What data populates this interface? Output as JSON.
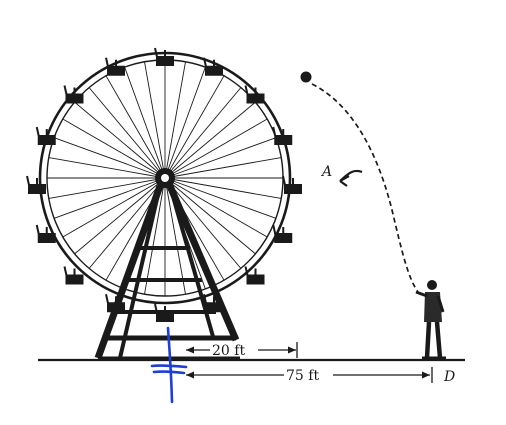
{
  "labels": {
    "point_a": "A",
    "point_d": "D",
    "dist_20": "20 ft",
    "dist_75": "75 ft"
  },
  "colors": {
    "ink": "#1a1a1a",
    "annotation": "#1d3fd6",
    "paper": "#ffffff"
  },
  "icons": {
    "wheel": "ferris-wheel",
    "person": "standing-man",
    "ball": "ball",
    "marker": "handwritten-cross"
  }
}
